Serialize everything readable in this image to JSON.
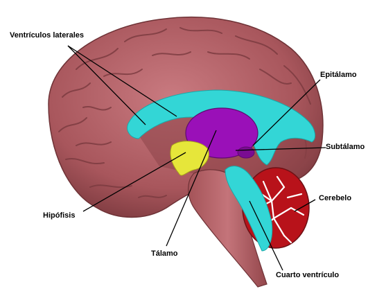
{
  "labels": {
    "ventriculos_laterales": "Ventrículos laterales",
    "epitalamo": "Epitálamo",
    "subtalamo": "Subtálamo",
    "cerebelo": "Cerebelo",
    "hipofisis": "Hipófisis",
    "talamo": "Tálamo",
    "cuarto_ventriculo": "Cuarto ventrículo"
  },
  "colors": {
    "cortex": "#b56369",
    "cortex_dark": "#8a4247",
    "ventricles": "#33d6d6",
    "thalamus": "#9a10b8",
    "pituitary": "#e6e63a",
    "cerebellum_white": "#ffffff",
    "cerebellum_red": "#b8121a",
    "brainstem": "#b56369",
    "leader": "#000000"
  }
}
